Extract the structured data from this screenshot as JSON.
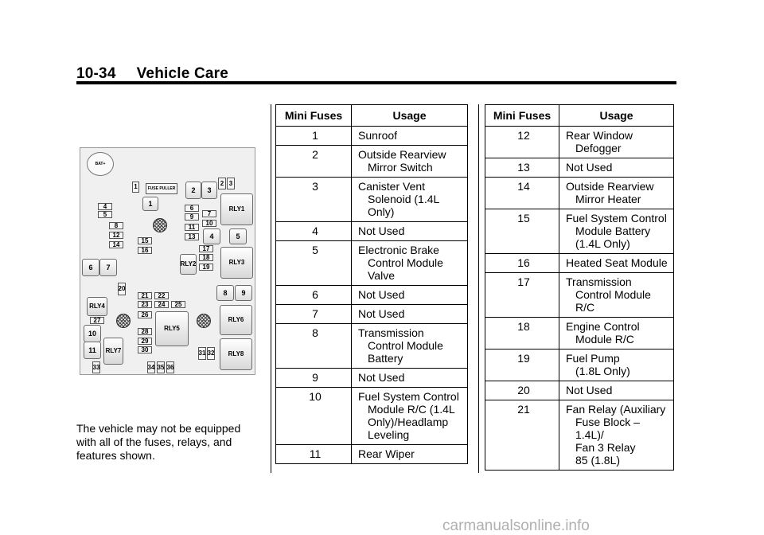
{
  "header": {
    "page": "10-34",
    "section": "Vehicle Care"
  },
  "diagram": {
    "battery_label": "BAT+",
    "fuse_puller": "FUSE PULLER",
    "labels": {
      "f1a": "1",
      "f1b": "1",
      "f2a": "2",
      "f3a": "3",
      "f2b": "2",
      "f3b": "3",
      "rly1": "RLY1",
      "f4a": "4",
      "f5a": "5",
      "f6a": "6",
      "f9a": "9",
      "f11a": "11",
      "f13a": "13",
      "f7a": "7",
      "f10a": "10",
      "f4b": "4",
      "f5b": "5",
      "f8a": "8",
      "f12a": "12",
      "f14a": "14",
      "f15a": "15",
      "f16a": "16",
      "f17a": "17",
      "f18a": "18",
      "f19a": "19",
      "rly2": "RLY2",
      "rly3": "RLY3",
      "f6b": "6",
      "f7b": "7",
      "f20a": "20",
      "f21a": "21",
      "f22a": "22",
      "f23a": "23",
      "f24a": "24",
      "f25a": "25",
      "f26a": "26",
      "f8b": "8",
      "f9b": "9",
      "rly4": "RLY4",
      "f27a": "27",
      "f10b": "10",
      "f28a": "28",
      "f29a": "29",
      "f30a": "30",
      "rly5": "RLY5",
      "rly6": "RLY6",
      "f11b": "11",
      "rly7": "RLY7",
      "f31a": "31",
      "f32a": "32",
      "rly8": "RLY8",
      "f33a": "33",
      "f34a": "34",
      "f35a": "35",
      "f36a": "36"
    }
  },
  "note": "The vehicle may not be equipped with all of the fuses, relays, and features shown.",
  "table_headers": {
    "fuse": "Mini Fuses",
    "usage": "Usage"
  },
  "left_rows": [
    {
      "num": "1",
      "lines": [
        "Sunroof"
      ]
    },
    {
      "num": "2",
      "lines": [
        "Outside Rearview",
        "Mirror Switch"
      ]
    },
    {
      "num": "3",
      "lines": [
        "Canister Vent",
        "Solenoid (1.4L Only)"
      ]
    },
    {
      "num": "4",
      "lines": [
        "Not Used"
      ]
    },
    {
      "num": "5",
      "lines": [
        "Electronic Brake",
        "Control Module",
        "Valve"
      ]
    },
    {
      "num": "6",
      "lines": [
        "Not Used"
      ]
    },
    {
      "num": "7",
      "lines": [
        "Not Used"
      ]
    },
    {
      "num": "8",
      "lines": [
        "Transmission",
        "Control Module",
        "Battery"
      ]
    },
    {
      "num": "9",
      "lines": [
        "Not Used"
      ]
    },
    {
      "num": "10",
      "lines": [
        "Fuel System Control",
        "Module R/C (1.4L",
        "Only)/Headlamp",
        "Leveling"
      ]
    },
    {
      "num": "11",
      "lines": [
        "Rear Wiper"
      ]
    }
  ],
  "right_rows": [
    {
      "num": "12",
      "lines": [
        "Rear Window",
        "Defogger"
      ]
    },
    {
      "num": "13",
      "lines": [
        "Not Used"
      ]
    },
    {
      "num": "14",
      "lines": [
        "Outside Rearview",
        "Mirror Heater"
      ]
    },
    {
      "num": "15",
      "lines": [
        "Fuel System Control",
        "Module Battery",
        "(1.4L Only)"
      ]
    },
    {
      "num": "16",
      "lines": [
        "Heated Seat Module"
      ]
    },
    {
      "num": "17",
      "lines": [
        "Transmission",
        "Control Module R/C"
      ]
    },
    {
      "num": "18",
      "lines": [
        "Engine Control",
        "Module R/C"
      ]
    },
    {
      "num": "19",
      "lines": [
        "Fuel Pump",
        "(1.8L Only)"
      ]
    },
    {
      "num": "20",
      "lines": [
        "Not Used"
      ]
    },
    {
      "num": "21",
      "lines": [
        "Fan Relay (Auxiliary",
        "Fuse Block – 1.4L)/",
        "Fan 3 Relay",
        "85 (1.8L)"
      ]
    }
  ],
  "footer": "carmanualsonline.info"
}
